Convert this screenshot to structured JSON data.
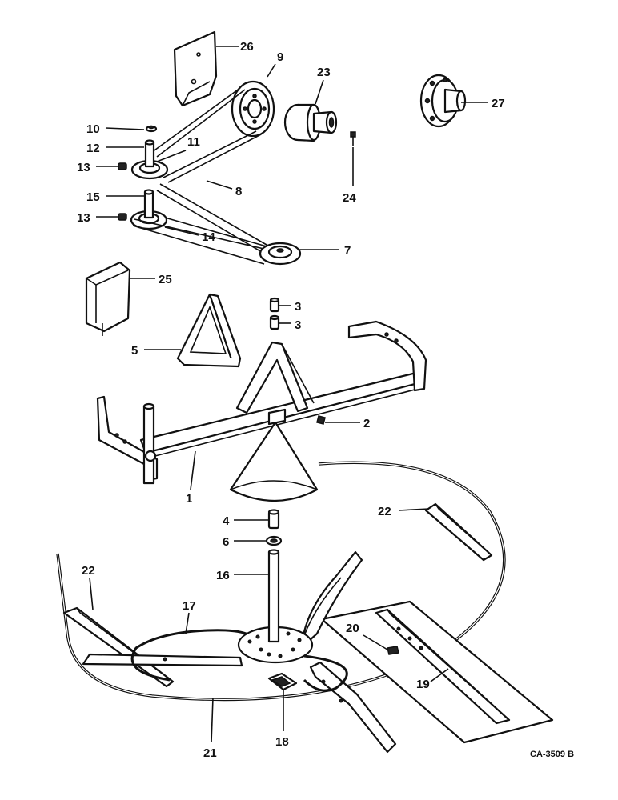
{
  "figure_code": "CA-3509 B",
  "callouts": [
    "26",
    "9",
    "23",
    "27",
    "10",
    "12",
    "11",
    "13",
    "8",
    "24",
    "15",
    "13",
    "14",
    "7",
    "25",
    "3",
    "3",
    "5",
    "2",
    "1",
    "4",
    "6",
    "22",
    "16",
    "22",
    "17",
    "20",
    "19",
    "18",
    "21"
  ]
}
